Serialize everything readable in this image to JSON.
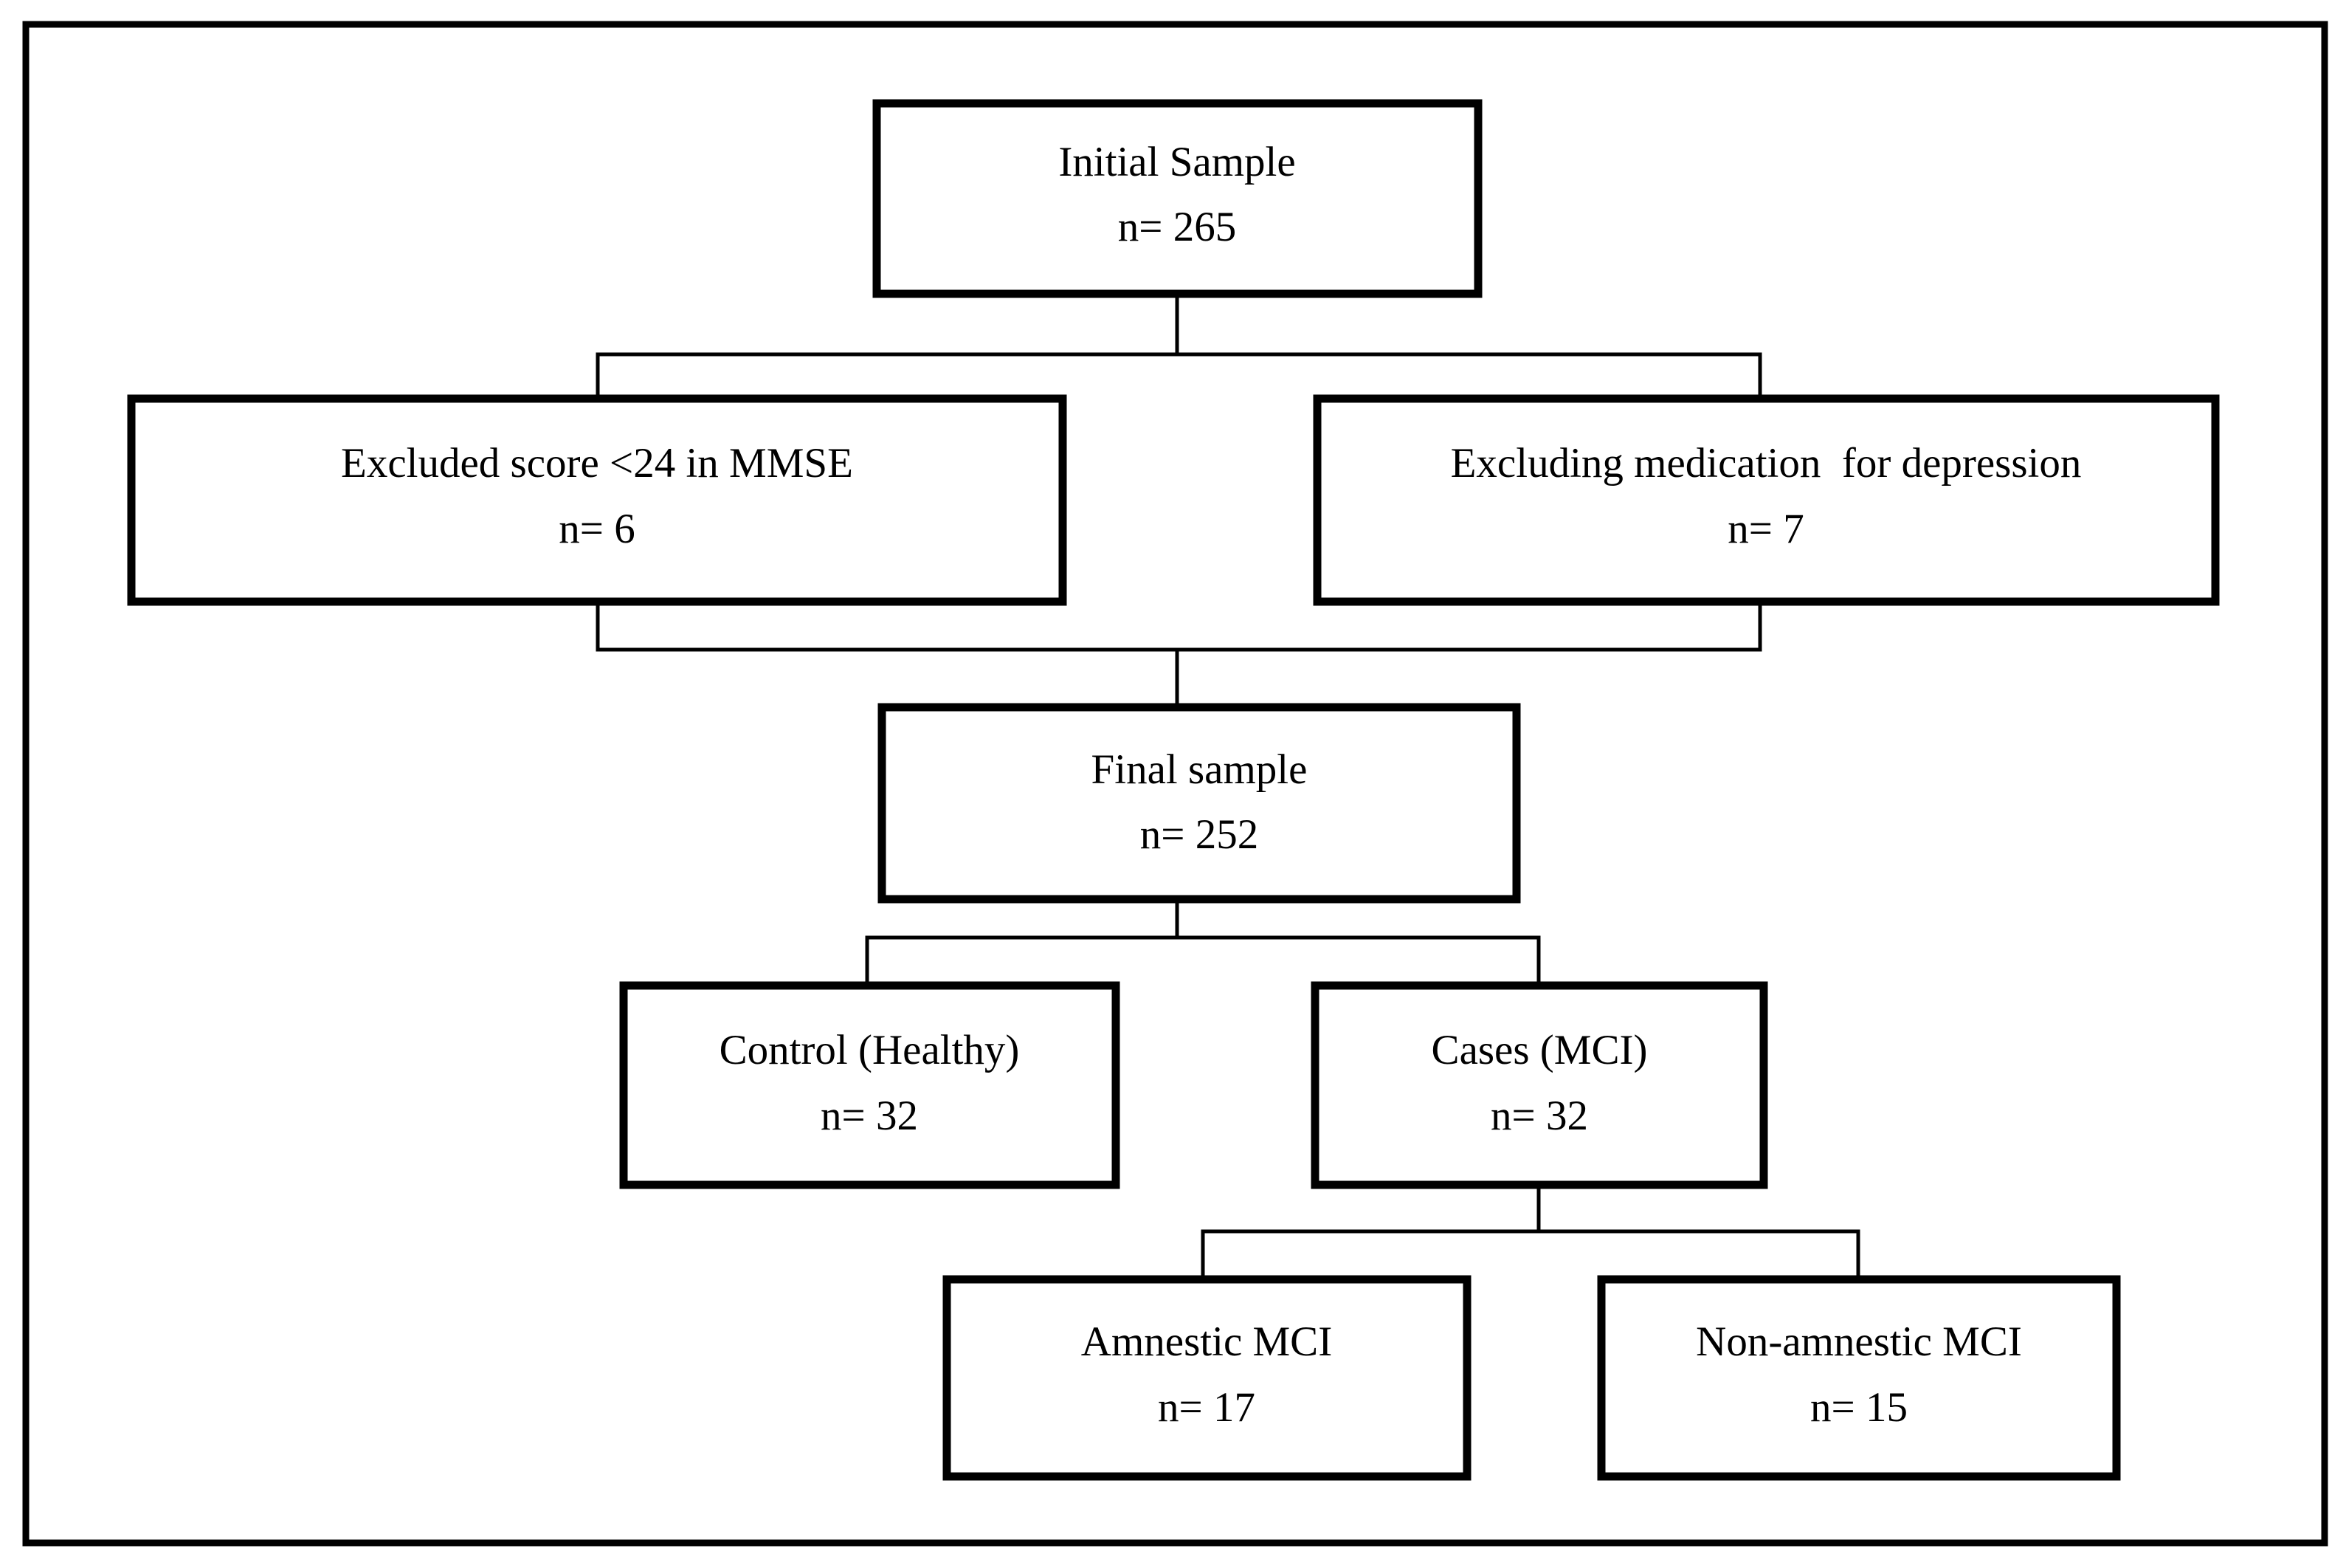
{
  "figure": {
    "type": "flowchart",
    "orientation": "top-down",
    "background_color": "#ffffff",
    "line_color": "#000000",
    "text_color": "#000000"
  },
  "nodes": {
    "initial_sample": {
      "label": "Initial Sample",
      "count": "n= 265"
    },
    "excluded_mmse": {
      "label": "Excluded score <24 in MMSE",
      "count": "n= 6"
    },
    "excluded_medication": {
      "label": "Excluding medication  for depression",
      "count": "n= 7"
    },
    "final_sample": {
      "label": "Final sample",
      "count": "n= 252"
    },
    "control": {
      "label": "Control (Healthy)",
      "count": "n= 32"
    },
    "cases": {
      "label": "Cases (MCI)",
      "count": "n= 32"
    },
    "amnestic_mci": {
      "label": "Amnestic MCI",
      "count": "n= 17"
    },
    "non_amnestic_mci": {
      "label": "Non-amnestic MCI",
      "count": "n= 15"
    }
  },
  "chart_data": {
    "type": "diagram",
    "title": "Participant flow diagram",
    "nodes": [
      {
        "id": "initial_sample",
        "label": "Initial Sample",
        "n": 265,
        "level": 0
      },
      {
        "id": "excluded_mmse",
        "label": "Excluded score <24 in MMSE",
        "n": 6,
        "level": 1
      },
      {
        "id": "excluded_medication",
        "label": "Excluding medication  for depression",
        "n": 7,
        "level": 1
      },
      {
        "id": "final_sample",
        "label": "Final sample",
        "n": 252,
        "level": 2
      },
      {
        "id": "control",
        "label": "Control (Healthy)",
        "n": 32,
        "level": 3
      },
      {
        "id": "cases",
        "label": "Cases (MCI)",
        "n": 32,
        "level": 3
      },
      {
        "id": "amnestic_mci",
        "label": "Amnestic MCI",
        "n": 17,
        "level": 4
      },
      {
        "id": "non_amnestic_mci",
        "label": "Non-amnestic MCI",
        "n": 15,
        "level": 4
      }
    ],
    "edges": [
      {
        "from": "initial_sample",
        "to": "excluded_mmse"
      },
      {
        "from": "initial_sample",
        "to": "excluded_medication"
      },
      {
        "from": "excluded_mmse",
        "to": "final_sample"
      },
      {
        "from": "excluded_medication",
        "to": "final_sample"
      },
      {
        "from": "final_sample",
        "to": "control"
      },
      {
        "from": "final_sample",
        "to": "cases"
      },
      {
        "from": "cases",
        "to": "amnestic_mci"
      },
      {
        "from": "cases",
        "to": "non_amnestic_mci"
      }
    ]
  }
}
